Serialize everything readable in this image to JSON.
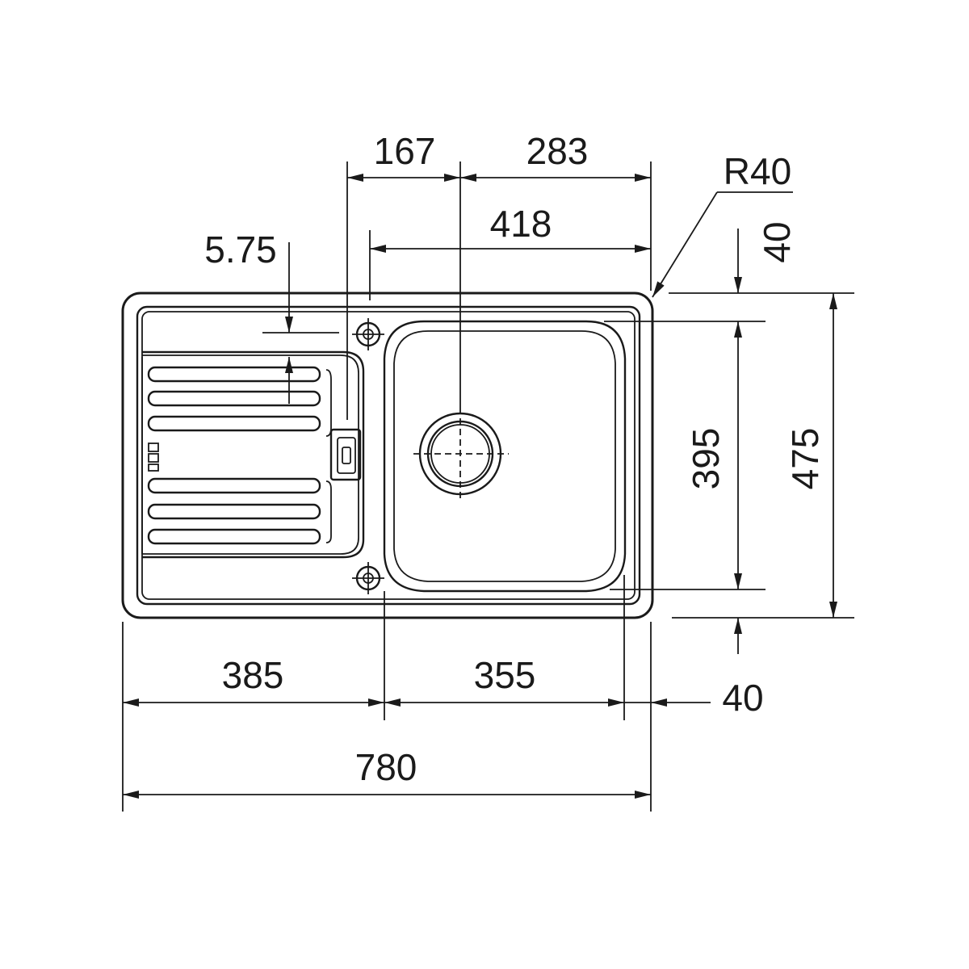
{
  "dimensions": {
    "width_left_bowl": "167",
    "width_right_bowl": "283",
    "width_418": "418",
    "depth_575": "5.75",
    "radius": "R40",
    "top_margin": "40",
    "bowl_depth": "395",
    "overall_depth": "475",
    "drainer_width": "385",
    "bowl_width": "355",
    "right_margin": "40",
    "overall_width": "780"
  },
  "colors": {
    "line": "#1a1a1a",
    "background": "#ffffff"
  }
}
